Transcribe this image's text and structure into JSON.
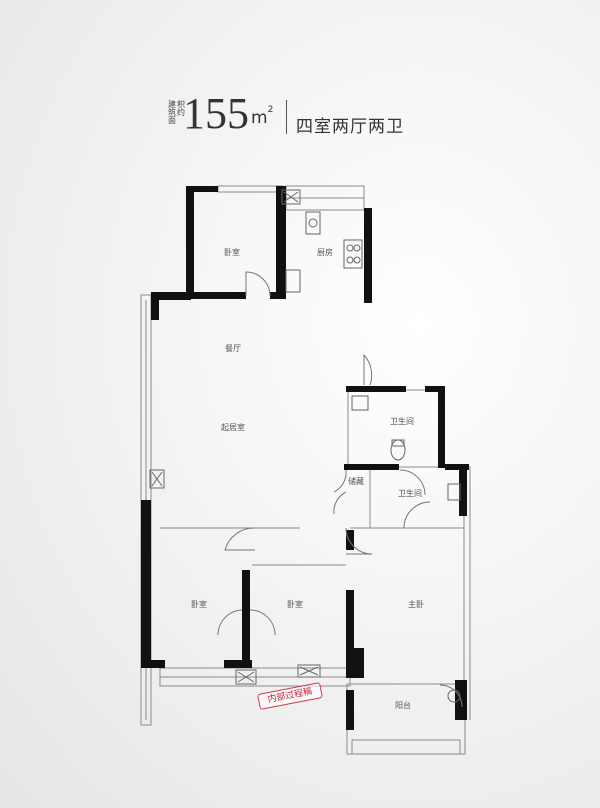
{
  "header": {
    "area_label_line1": "建筑面",
    "area_label_line2": "积约",
    "area_value": "155",
    "area_unit": "m",
    "area_unit_sup": "2",
    "layout_name": "四室两厅两卫"
  },
  "rooms": {
    "bedroom_top": "卧室",
    "kitchen": "厨房",
    "dining": "餐厅",
    "living": "起居室",
    "bathroom_1": "卫生间",
    "storage": "储藏",
    "bathroom_2": "卫生间",
    "bedroom_left": "卧室",
    "bedroom_mid": "卧室",
    "master_bedroom": "主卧",
    "balcony": "阳台"
  },
  "stamp": "内部过程稿",
  "colors": {
    "wall": "#111111",
    "thin_line": "#8a8a8a",
    "stamp": "#c8283d"
  }
}
